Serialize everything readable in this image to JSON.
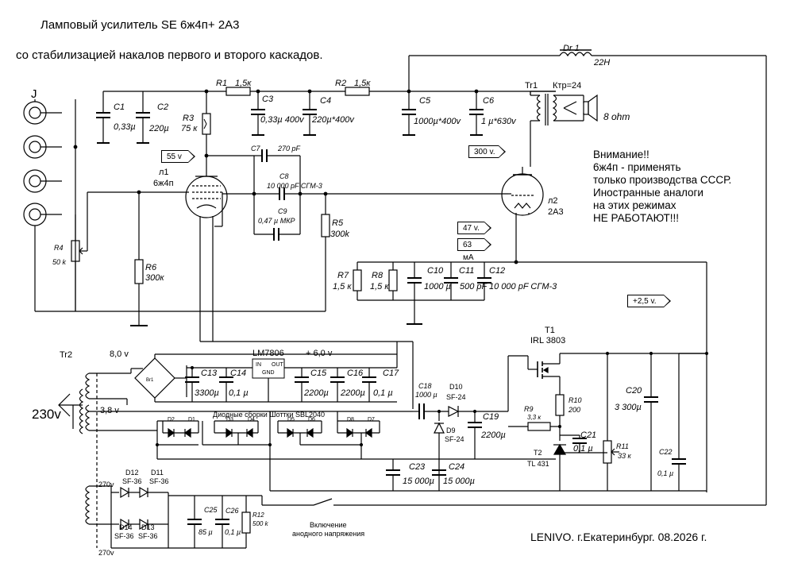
{
  "title_line1": "Ламповый усилитель SE 6ж4п+ 2А3",
  "title_line2": "со стабилизацией накалов первого и второго каскадов.",
  "warning": "Внимание!!\n6ж4п - применять\nтолько производства СССР.\nИностранные аналоги\nна этих режимах\nНЕ РАБОТАЮТ!!!",
  "footer": "LENIVO.   г.Екатеринбург.   08.2026 г.",
  "input_connector": "J",
  "mains_voltage": "230v",
  "switch_label_1": "Включение",
  "switch_label_2": "анодного напряжения",
  "diode_assembly": "Диодные сборки Шоттки SBL2040",
  "tags": {
    "v55": "55 v",
    "v300": "300 v.",
    "v47": "47 v.",
    "ma63": "63 мА",
    "v2_5": "+2,5 v."
  },
  "components": {
    "R1": "R1",
    "R1_val": "1,5к",
    "R2": "R2",
    "R2_val": "1,5к",
    "R3": "R3",
    "R3_val": "75 к",
    "R4": "R4",
    "R4_val": "50 k",
    "R5": "R5",
    "R5_val": "300k",
    "R6": "R6",
    "R6_val": "300к",
    "R7": "R7",
    "R7_val": "1,5 к",
    "R8": "R8",
    "R8_val": "1,5 к",
    "R9": "R9",
    "R9_val": "3,3 к",
    "R10": "R10",
    "R10_val": "200",
    "R11": "R11",
    "R11_val": "33 к",
    "R12": "R12",
    "R12_val": "500 k",
    "C1": "C1",
    "C1_val": "0,33µ",
    "C2": "C2",
    "C2_val": "220µ",
    "C3": "C3",
    "C3_val": "0,33µ 400v",
    "C4": "C4",
    "C4_val": "220µ*400v",
    "C5": "C5",
    "C5_val": "1000µ*400v",
    "C6": "C6",
    "C6_val": "1 µ*630v",
    "C7": "C7",
    "C7_val": "270 pF",
    "C8": "C8",
    "C8_val": "10 000 pF СГМ-3",
    "C9": "C9",
    "C9_val": "0,47 µ МКР",
    "C10": "C10",
    "C10_val": "1000 µ",
    "C11": "C11",
    "C11_val": "500 pF",
    "C12": "C12",
    "C12_val": "10 000 pF СГМ-3",
    "C13": "C13",
    "C13_val": "3300µ",
    "C14": "C14",
    "C14_val": "0,1 µ",
    "C15": "C15",
    "C15_val": "2200µ",
    "C16": "C16",
    "C16_val": "2200µ",
    "C17": "C17",
    "C17_val": "0,1 µ",
    "C18": "C18",
    "C18_val": "1000 µ",
    "C19": "C19",
    "C19_val": "2200µ",
    "C20": "C20",
    "C20_val": "3 300µ",
    "C21": "C21",
    "C21_val": "0,1 µ",
    "C22": "C22",
    "C22_val": "0,1 µ",
    "C23": "C23",
    "C23_val": "15 000µ",
    "C24": "C24",
    "C24_val": "15 000µ",
    "C25": "C25",
    "C25_val": "85 µ",
    "C26": "C26",
    "C26_val": "0,1 µ",
    "L1": "л1",
    "L1_val": "6ж4п",
    "L2": "л2",
    "L2_val": "2А3",
    "Dr1": "Dr 1",
    "Dr1_val": "22H",
    "Tr1": "Tr1",
    "Tr1_ratio": "Ктр=24",
    "Tr2": "Tr2",
    "speaker": "8 ohm",
    "T1": "T1",
    "T1_val": "IRL 3803",
    "T2": "T2",
    "T2_val": "TL 431",
    "LM": "LM7806",
    "LM_in": "IN",
    "LM_out": "OUT",
    "LM_gnd": "GND",
    "LM_out_v": "+ 6,0 v",
    "Tr2_8v": "8,0 v",
    "Tr2_3v8": "3,8 v",
    "Tr2_270a": "270v",
    "Tr2_270b": "270v",
    "D1": "D1",
    "D2": "D2",
    "D3": "D3",
    "D4": "D4",
    "D5": "D5",
    "D6": "D6",
    "D7": "D7",
    "D8": "D8",
    "D9": "D9",
    "D9_val": "SF-24",
    "D10": "D10",
    "D10_val": "SF-24",
    "D11": "D11",
    "D11_val": "SF-36",
    "D12": "D12",
    "D12_val": "SF-36",
    "D13": "D13",
    "D13_val": "SF-36",
    "D14": "D14",
    "D14_val": "SF-36",
    "bridge": "Br1"
  }
}
